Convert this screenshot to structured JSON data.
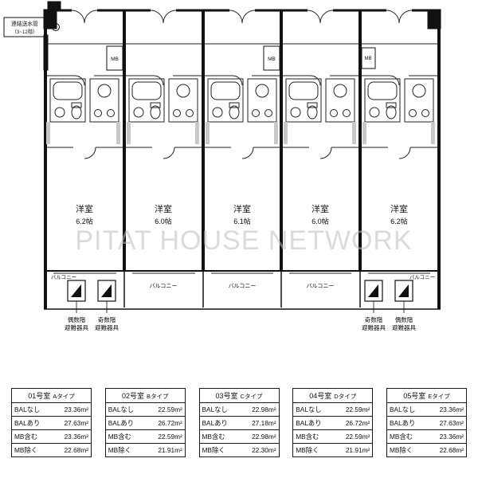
{
  "watermark": "PITAT HOUSE NETWORK",
  "plan": {
    "standpipe": {
      "line1": "連結送水管",
      "line2": "（3~12階）"
    },
    "mb_labels": [
      "MB",
      "MB",
      "MB"
    ],
    "units": [
      {
        "room": "洋室",
        "size": "6.2帖",
        "balcony": "バルコニー"
      },
      {
        "room": "洋室",
        "size": "6.0帖",
        "balcony": "バルコニー"
      },
      {
        "room": "洋室",
        "size": "6.1帖",
        "balcony": "バルコニー"
      },
      {
        "room": "洋室",
        "size": "6.0帖",
        "balcony": "バルコニー"
      },
      {
        "room": "洋室",
        "size": "6.2帖",
        "balcony": "バルコニー"
      }
    ],
    "evacuation": {
      "left": [
        {
          "l1": "偶数階",
          "l2": "避難器具"
        },
        {
          "l1": "奇数階",
          "l2": "避難器具"
        }
      ],
      "right": [
        {
          "l1": "奇数階",
          "l2": "避難器具"
        },
        {
          "l1": "偶数階",
          "l2": "避難器具"
        }
      ]
    }
  },
  "tables": [
    {
      "room": "01号室",
      "type": "Aタイプ",
      "rows": [
        {
          "label": "BALなし",
          "value": "23.36m²"
        },
        {
          "label": "BALあり",
          "value": "27.63m²"
        },
        {
          "label": "MB含む",
          "value": "23.36m²"
        },
        {
          "label": "MB除く",
          "value": "22.68m²"
        }
      ]
    },
    {
      "room": "02号室",
      "type": "Bタイプ",
      "rows": [
        {
          "label": "BALなし",
          "value": "22.59m²"
        },
        {
          "label": "BALあり",
          "value": "26.72m²"
        },
        {
          "label": "MB含む",
          "value": "22.59m²"
        },
        {
          "label": "MB除く",
          "value": "21.91m²"
        }
      ]
    },
    {
      "room": "03号室",
      "type": "Cタイプ",
      "rows": [
        {
          "label": "BALなし",
          "value": "22.98m²"
        },
        {
          "label": "BALあり",
          "value": "27.18m²"
        },
        {
          "label": "MB含む",
          "value": "22.98m²"
        },
        {
          "label": "MB除く",
          "value": "22.30m²"
        }
      ]
    },
    {
      "room": "04号室",
      "type": "Dタイプ",
      "rows": [
        {
          "label": "BALなし",
          "value": "22.59m²"
        },
        {
          "label": "BALあり",
          "value": "26.72m²"
        },
        {
          "label": "MB含む",
          "value": "22.59m²"
        },
        {
          "label": "MB除く",
          "value": "21.91m²"
        }
      ]
    },
    {
      "room": "05号室",
      "type": "Eタイプ",
      "rows": [
        {
          "label": "BALなし",
          "value": "23.36m²"
        },
        {
          "label": "BALあり",
          "value": "27.63m²"
        },
        {
          "label": "MB含む",
          "value": "23.36m²"
        },
        {
          "label": "MB除く",
          "value": "22.68m²"
        }
      ]
    }
  ]
}
